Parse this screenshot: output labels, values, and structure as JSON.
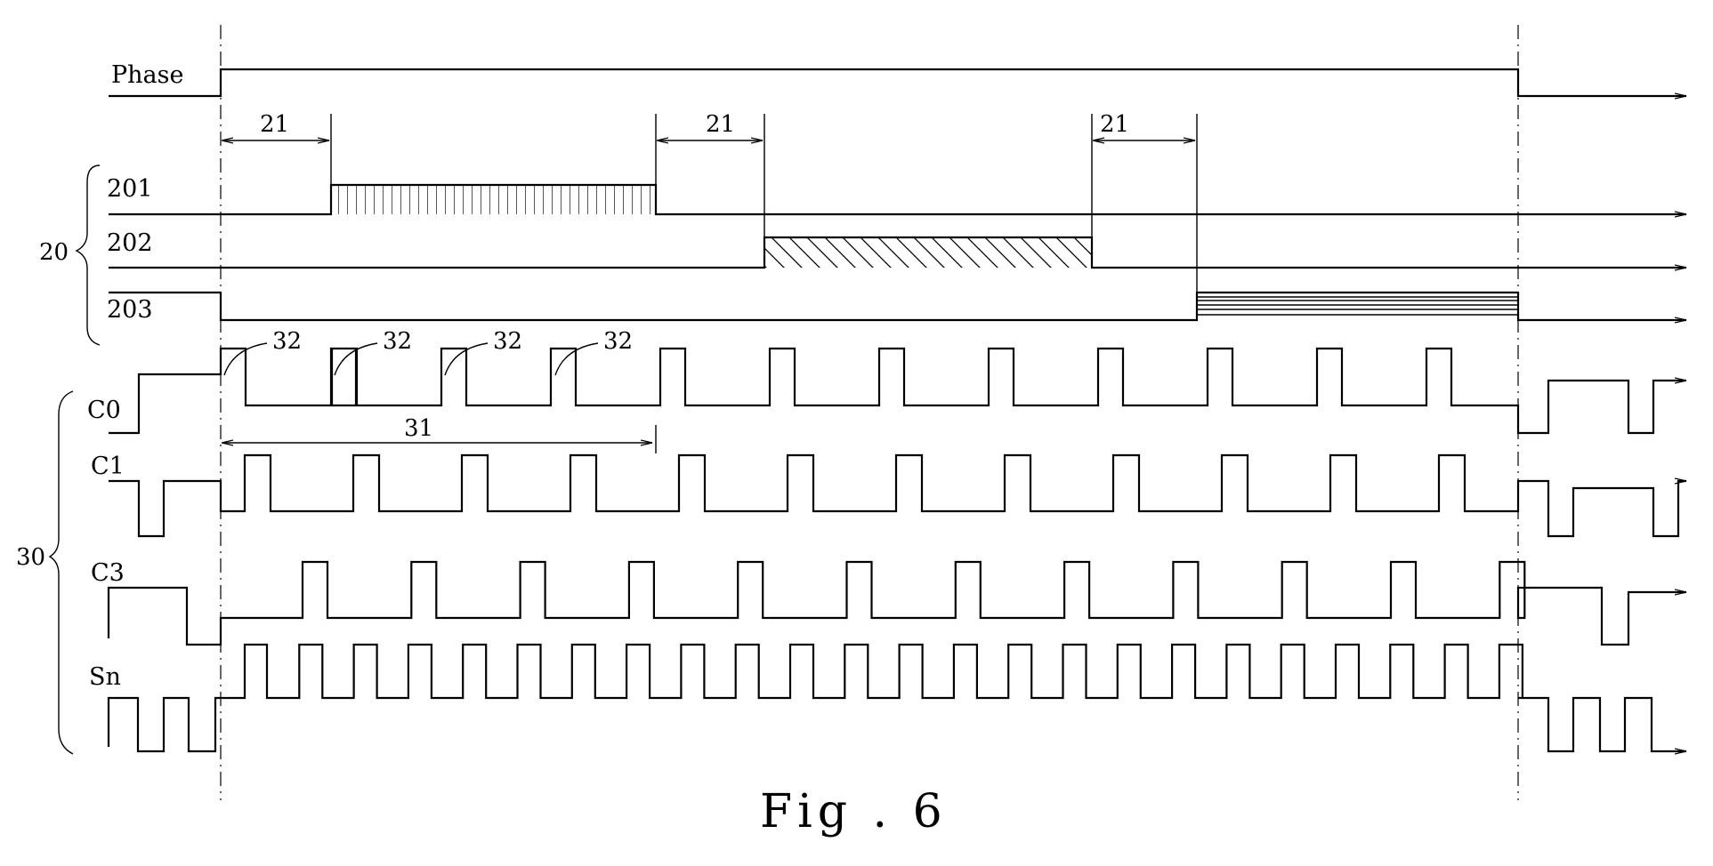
{
  "signals": {
    "phase": "Phase",
    "s201": "201",
    "s202": "202",
    "s203": "203",
    "c0": "C0",
    "c1": "C1",
    "c3": "C3",
    "sn": "Sn"
  },
  "groups": {
    "g20": "20",
    "g30": "30"
  },
  "refs": {
    "interval": "21",
    "pulse": "32",
    "period": "31"
  },
  "caption": "Fig . 6"
}
